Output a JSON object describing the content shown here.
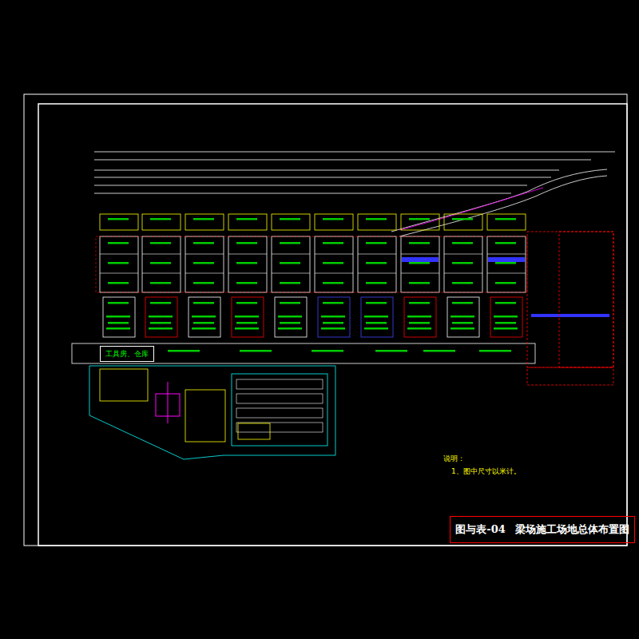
{
  "diagram": {
    "title": "梁场施工场地总体布置图",
    "nodes": [
      {
        "text": [
          "图与表-04",
          "梁场施工场地总体布置图"
        ]
      },
      {
        "text": [
          "工具房、仓库"
        ]
      }
    ],
    "labels": [
      "说明：",
      "1、图中尺寸以米计。"
    ]
  }
}
